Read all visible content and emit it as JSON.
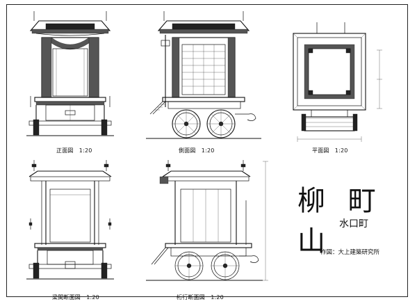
{
  "sheet": {
    "title": "柳 町 山",
    "town": "水口町",
    "credit": "作図：大上建築研究所"
  },
  "views": [
    {
      "key": "front",
      "label": "正面図　1:20"
    },
    {
      "key": "side",
      "label": "側面図　1:20"
    },
    {
      "key": "plan",
      "label": "平面図　1:20"
    },
    {
      "key": "transverse",
      "label": "梁間断面図　1:20"
    },
    {
      "key": "longitudinal",
      "label": "桁行断面図　1:20"
    }
  ]
}
